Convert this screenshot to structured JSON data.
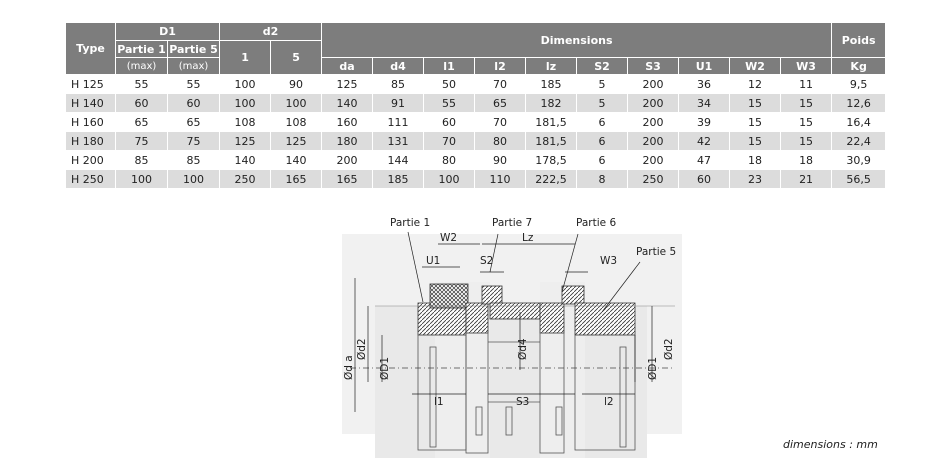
{
  "table": {
    "h_type": "Type",
    "h_d1": "D1",
    "h_d2": "d2",
    "h_dimensions": "Dimensions",
    "h_poids": "Poids",
    "h_partie1": "Partie 1",
    "h_partie5": "Partie 5",
    "h_max": "(max)",
    "h_d2_1": "1",
    "h_d2_5": "5",
    "h_kg": "Kg",
    "dim_cols": [
      "da",
      "d4",
      "l1",
      "l2",
      "lz",
      "S2",
      "S3",
      "U1",
      "W2",
      "W3"
    ],
    "rows": [
      [
        "H 125",
        "55",
        "55",
        "100",
        "90",
        "125",
        "85",
        "50",
        "70",
        "185",
        "5",
        "200",
        "36",
        "12",
        "11",
        "9,5"
      ],
      [
        "H 140",
        "60",
        "60",
        "100",
        "100",
        "140",
        "91",
        "55",
        "65",
        "182",
        "5",
        "200",
        "34",
        "15",
        "15",
        "12,6"
      ],
      [
        "H 160",
        "65",
        "65",
        "108",
        "108",
        "160",
        "111",
        "60",
        "70",
        "181,5",
        "6",
        "200",
        "39",
        "15",
        "15",
        "16,4"
      ],
      [
        "H 180",
        "75",
        "75",
        "125",
        "125",
        "180",
        "131",
        "70",
        "80",
        "181,5",
        "6",
        "200",
        "42",
        "15",
        "15",
        "22,4"
      ],
      [
        "H 200",
        "85",
        "85",
        "140",
        "140",
        "200",
        "144",
        "80",
        "90",
        "178,5",
        "6",
        "200",
        "47",
        "18",
        "18",
        "30,9"
      ],
      [
        "H 250",
        "100",
        "100",
        "250",
        "165",
        "165",
        "185",
        "100",
        "110",
        "222,5",
        "8",
        "250",
        "60",
        "23",
        "21",
        "56,5"
      ]
    ]
  },
  "drawing": {
    "lbl_partie1": "Partie 1",
    "lbl_partie7": "Partie 7",
    "lbl_partie6": "Partie 6",
    "lbl_partie5": "Partie 5",
    "lbl_w2": "W2",
    "lbl_lz": "Lz",
    "lbl_u1": "U1",
    "lbl_s2": "S2",
    "lbl_w3": "W3",
    "lbl_da": "Ød a",
    "lbl_d2_left": "Ød2",
    "lbl_d1_left": "ØD1",
    "lbl_d4": "Ød4",
    "lbl_d1_right": "ØD1",
    "lbl_d2_right": "Ød2",
    "lbl_l1": "l1",
    "lbl_s3": "S3",
    "lbl_l2": "l2"
  },
  "note": "dimensions :  mm"
}
